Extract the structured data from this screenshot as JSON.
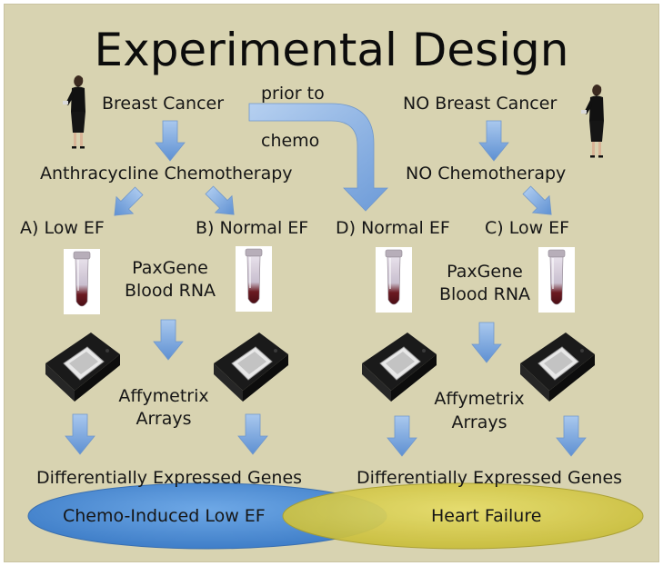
{
  "title": "Experimental Design",
  "labels": {
    "breast_cancer": "Breast Cancer",
    "no_breast_cancer": "NO Breast Cancer",
    "prior_to": "prior to",
    "chemo": "chemo",
    "anthracycline": "Anthracycline Chemotherapy",
    "no_chemotherapy": "NO Chemotherapy",
    "group_a": "A) Low EF",
    "group_b": "B) Normal EF",
    "group_d": "D) Normal EF",
    "group_c": "C) Low EF",
    "paxgene_left_1": "PaxGene",
    "paxgene_left_2": "Blood RNA",
    "paxgene_right_1": "PaxGene",
    "paxgene_right_2": "Blood RNA",
    "affy_left_1": "Affymetrix",
    "affy_left_2": "Arrays",
    "affy_right_1": "Affymetrix",
    "affy_right_2": "Arrays",
    "deg_left": "Differentially Expressed Genes",
    "deg_right": "Differentially Expressed Genes",
    "chemo_induced": "Chemo-Induced Low EF",
    "heart_failure": "Heart Failure"
  },
  "colors": {
    "background": "#d8d3b1",
    "arrow": "#7aa6dc",
    "ellipse_left": "#4f8fd6",
    "ellipse_right": "#d9cf4f",
    "text": "#161616"
  },
  "icons": [
    "woman-figure-icon",
    "blood-tube-icon",
    "microarray-chip-icon",
    "arrow-down-icon"
  ]
}
